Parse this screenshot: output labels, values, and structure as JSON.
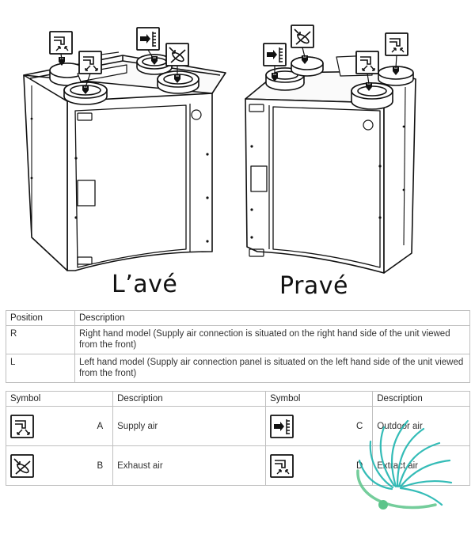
{
  "units": {
    "left_caption": "L’avé",
    "right_caption": "Pravé",
    "left_unit": {
      "icons": [
        "extract-air-icon",
        "outdoor-air-icon",
        "supply-air-icon",
        "exhaust-air-icon"
      ]
    },
    "right_unit": {
      "icons": [
        "outdoor-air-icon",
        "exhaust-air-icon",
        "supply-air-icon",
        "extract-air-icon"
      ]
    }
  },
  "position_table": {
    "headers": [
      "Position",
      "Description"
    ],
    "rows": [
      {
        "position": "R",
        "description": "Right hand model (Supply air connection is situated on the right hand side of the unit viewed from the front)"
      },
      {
        "position": "L",
        "description": "Left hand model (Supply air connection panel is situated on the left hand side of the unit viewed from the front)"
      }
    ]
  },
  "symbol_table": {
    "headers": [
      "Symbol",
      "Description",
      "Symbol",
      "Description"
    ],
    "rows": [
      {
        "left": {
          "icon": "supply-air-icon",
          "letter": "A",
          "description": "Supply air"
        },
        "right": {
          "icon": "outdoor-air-icon",
          "letter": "C",
          "description": "Outdoor air"
        }
      },
      {
        "left": {
          "icon": "exhaust-air-icon",
          "letter": "B",
          "description": "Exhaust air"
        },
        "right": {
          "icon": "extract-air-icon",
          "letter": "D",
          "description": "Extract air"
        }
      }
    ]
  },
  "colors": {
    "line": "#1a1a1a",
    "table_border": "#bfbfbf",
    "logo_teal": "#1fb5b0",
    "logo_green": "#5cc48a"
  }
}
